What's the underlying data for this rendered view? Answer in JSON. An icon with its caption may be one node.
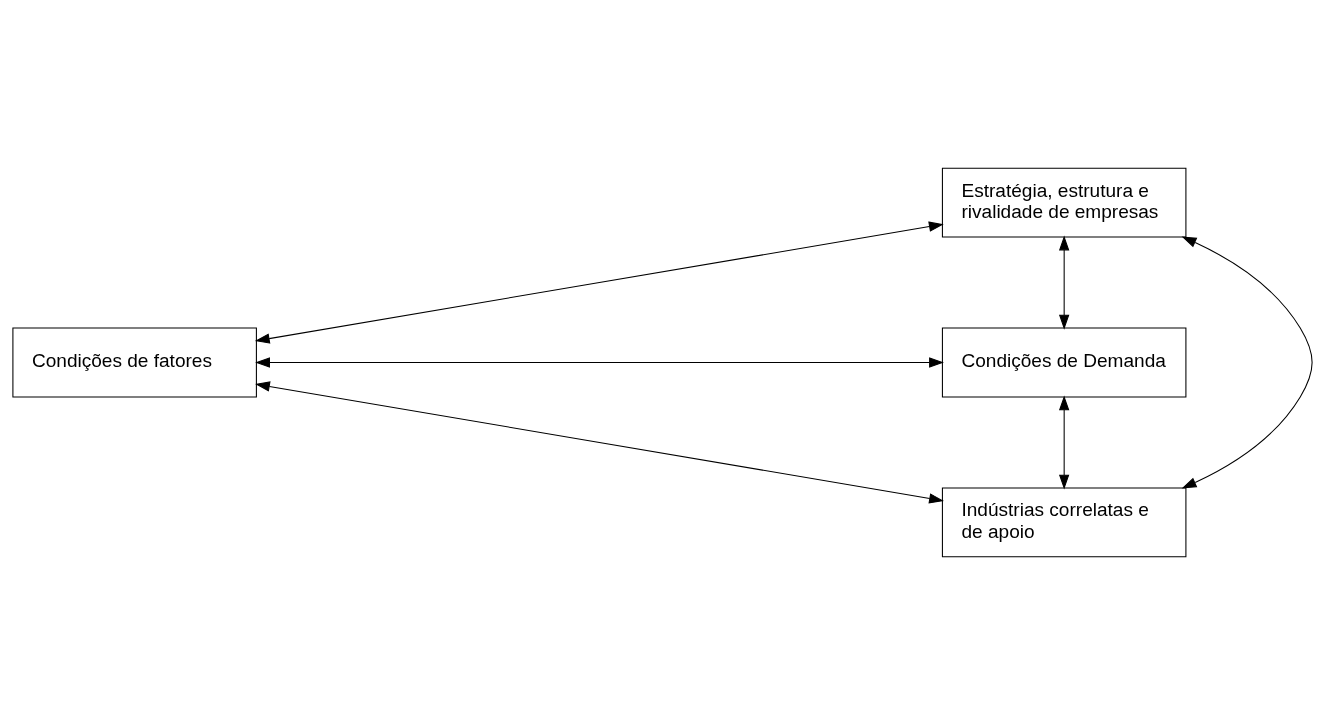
{
  "diagram": {
    "nodes": [
      {
        "text": [
          "Estratégia, estrutura e rivalidade de empresas"
        ]
      },
      {
        "text": [
          "Condições de fatores"
        ]
      },
      {
        "text": [
          "Condições de Demanda"
        ]
      },
      {
        "text": [
          "Indústrias correlatas e de apoio"
        ]
      }
    ],
    "edges": [
      {
        "from": 0,
        "to": 1,
        "arrow": "both"
      },
      {
        "from": 0,
        "to": 2,
        "arrow": "both"
      },
      {
        "from": 0,
        "to": 3,
        "arrow": "both"
      },
      {
        "from": 1,
        "to": 2,
        "arrow": "both"
      },
      {
        "from": 1,
        "to": 3,
        "arrow": "both"
      },
      {
        "from": 2,
        "to": 3,
        "arrow": "both"
      }
    ]
  }
}
